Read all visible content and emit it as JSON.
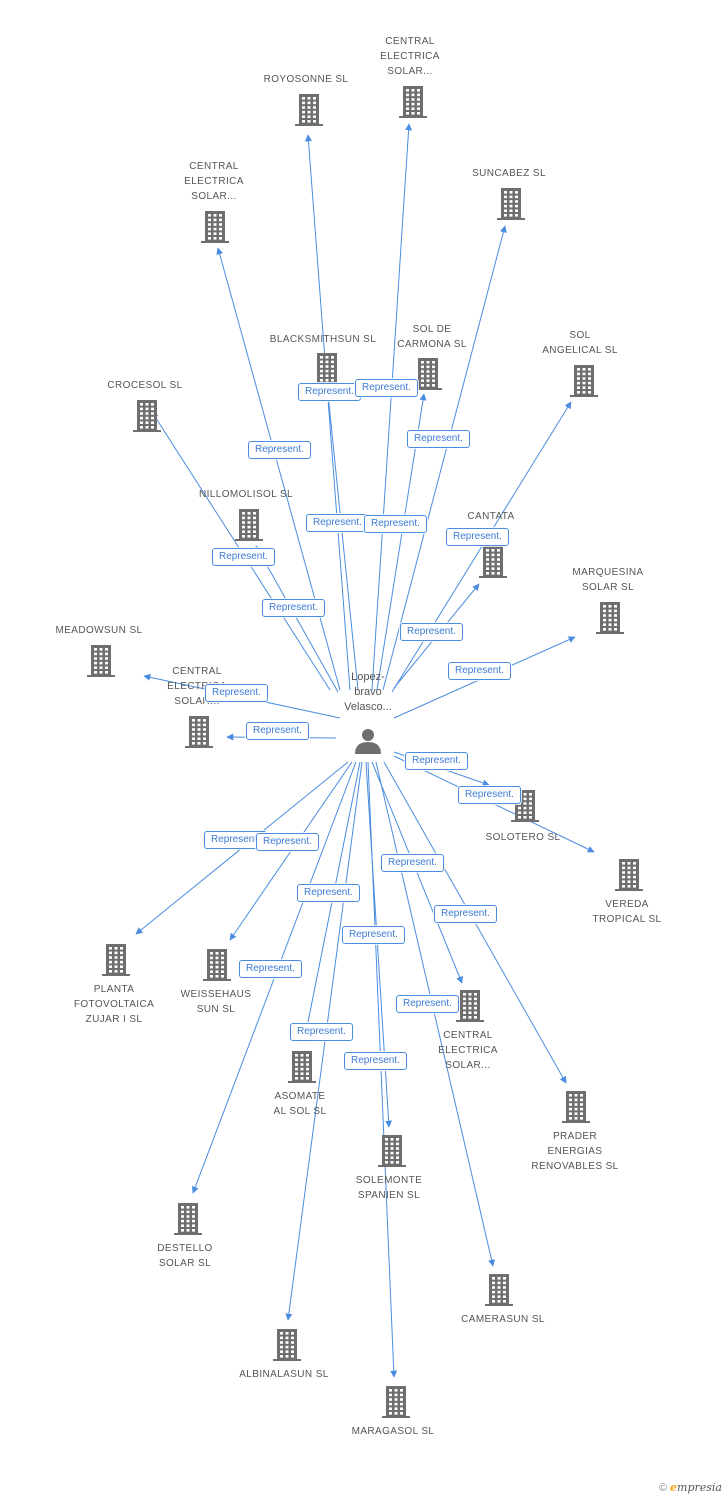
{
  "center": {
    "label": "Lopez-\nbravo\nVelasco..."
  },
  "relation_label": "Represent.",
  "colors": {
    "edge": "#4a8de0",
    "icon": "#6e6e6e",
    "text": "#555555"
  },
  "nodes": [
    {
      "id": "royosonne",
      "label": "ROYOSONNE SL"
    },
    {
      "id": "central1",
      "label": "CENTRAL\nELECTRICA\nSOLAR..."
    },
    {
      "id": "suncabez",
      "label": "SUNCABEZ SL"
    },
    {
      "id": "central2",
      "label": "CENTRAL\nELECTRICA\nSOLAR..."
    },
    {
      "id": "blacksmithsun",
      "label": "BLACKSMITHSUN SL"
    },
    {
      "id": "soldecarmona",
      "label": "SOL DE\nCARMONA SL"
    },
    {
      "id": "solangelical",
      "label": "SOL\nANGELICAL SL"
    },
    {
      "id": "crocesol",
      "label": "CROCESOL SL"
    },
    {
      "id": "nillomolisol",
      "label": "NILLOMOLISOL SL"
    },
    {
      "id": "cantata",
      "label": "CANTATA"
    },
    {
      "id": "marquesina",
      "label": "MARQUESINA\nSOLAR SL"
    },
    {
      "id": "meadowsun",
      "label": "MEADOWSUN SL"
    },
    {
      "id": "central3",
      "label": "CENTRAL\nELECTRICA\nSOLAR..."
    },
    {
      "id": "solotero",
      "label": "SOLOTERO SL"
    },
    {
      "id": "vereda",
      "label": "VEREDA\nTROPICAL SL"
    },
    {
      "id": "planta",
      "label": "PLANTA\nFOTOVOLTAICA\nZUJAR I SL"
    },
    {
      "id": "weissehaus",
      "label": "WEISSEHAUS\nSUN SL"
    },
    {
      "id": "central4",
      "label": "CENTRAL\nELECTRICA\nSOLAR..."
    },
    {
      "id": "asomate",
      "label": "ASOMATE\nAL SOL SL"
    },
    {
      "id": "prader",
      "label": "PRADER\nENERGIAS\nRENOVABLES SL"
    },
    {
      "id": "solemonte",
      "label": "SOLEMONTE\nSPANIEN SL"
    },
    {
      "id": "destello",
      "label": "DESTELLO\nSOLAR SL"
    },
    {
      "id": "camerasun",
      "label": "CAMERASUN SL"
    },
    {
      "id": "albinalasun",
      "label": "ALBINALASUN SL"
    },
    {
      "id": "maragasol",
      "label": "MARAGASOL SL"
    }
  ],
  "footer": {
    "copyright": "©",
    "brand_initial": "e",
    "brand_rest": "mpresia"
  }
}
